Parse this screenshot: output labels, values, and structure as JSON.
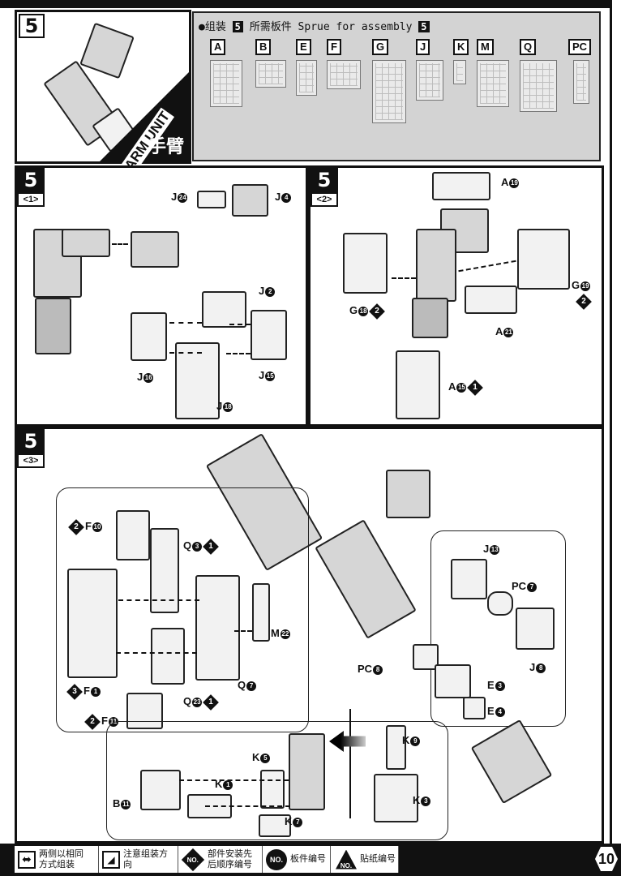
{
  "header": {
    "step_number": "5",
    "title_en": "ARM UNIT",
    "title_cn": "手臂"
  },
  "sprue_panel": {
    "bullet": "●",
    "title_prefix": "组装",
    "title_step": "5",
    "title_middle": "所需板件 Sprue for assembly",
    "title_step_end": "5",
    "sprues": [
      "A",
      "B",
      "E",
      "F",
      "G",
      "J",
      "K",
      "M",
      "Q",
      "PC"
    ]
  },
  "steps": [
    {
      "step": "5",
      "substep": "<1>",
      "labels": [
        {
          "part": "J",
          "num": "24"
        },
        {
          "part": "J",
          "num": "4"
        },
        {
          "part": "J",
          "num": "2"
        },
        {
          "part": "J",
          "num": "16"
        },
        {
          "part": "J",
          "num": "15"
        },
        {
          "part": "J",
          "num": "18"
        }
      ]
    },
    {
      "step": "5",
      "substep": "<2>",
      "labels": [
        {
          "part": "A",
          "num": "19"
        },
        {
          "part": "G",
          "num": "18",
          "order": "2"
        },
        {
          "part": "G",
          "num": "19",
          "order": "2"
        },
        {
          "part": "A",
          "num": "21"
        },
        {
          "part": "A",
          "num": "15",
          "order": "1"
        }
      ]
    },
    {
      "step": "5",
      "substep": "<3>",
      "labels": [
        {
          "part": "F",
          "num": "10",
          "order": "2"
        },
        {
          "part": "Q",
          "num": "3",
          "order": "1"
        },
        {
          "part": "M",
          "num": "22"
        },
        {
          "part": "F",
          "num": "1",
          "order": "3"
        },
        {
          "part": "Q",
          "num": "7"
        },
        {
          "part": "Q",
          "num": "23",
          "order": "1"
        },
        {
          "part": "F",
          "num": "11",
          "order": "2"
        },
        {
          "part": "J",
          "num": "13"
        },
        {
          "part": "PC",
          "num": "7"
        },
        {
          "part": "J",
          "num": "8"
        },
        {
          "part": "PC",
          "num": "8"
        },
        {
          "part": "E",
          "num": "3"
        },
        {
          "part": "E",
          "num": "4"
        },
        {
          "part": "K",
          "num": "5"
        },
        {
          "part": "K",
          "num": "1"
        },
        {
          "part": "B",
          "num": "11"
        },
        {
          "part": "K",
          "num": "7"
        },
        {
          "part": "K",
          "num": "9"
        },
        {
          "part": "K",
          "num": "3"
        }
      ]
    }
  ],
  "legend": [
    {
      "icon": "both-sides-icon",
      "line1": "两侧以相同",
      "line2": "方式组装"
    },
    {
      "icon": "direction-icon",
      "line1": "注意组装方",
      "line2": "向"
    },
    {
      "icon": "order-diamond-icon",
      "symbol": "NO.",
      "line1": "部件安装先",
      "line2": "后顺序编号"
    },
    {
      "icon": "sprue-circle-icon",
      "symbol": "NO.",
      "line1": "板件编号",
      "line2": ""
    },
    {
      "icon": "sticker-triangle-icon",
      "symbol": "NO.",
      "line1": "贴纸编号",
      "line2": ""
    }
  ],
  "page_number": "10"
}
